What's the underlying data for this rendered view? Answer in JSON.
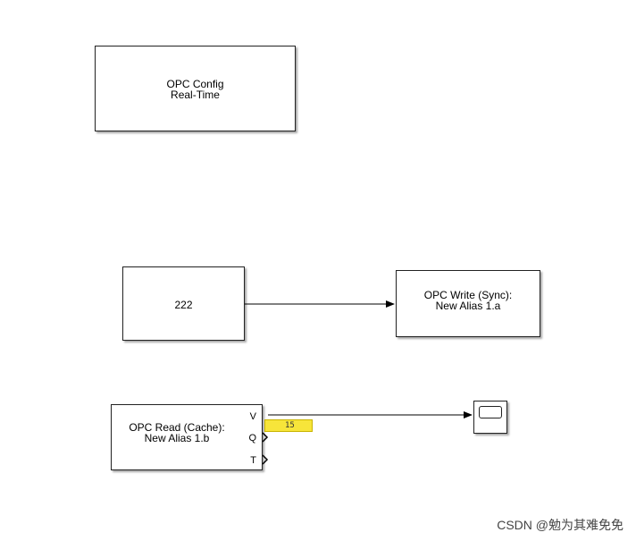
{
  "blocks": {
    "config": {
      "line1": "OPC Config",
      "line2": "Real-Time"
    },
    "constant": {
      "value": "222"
    },
    "write": {
      "line1": "OPC Write (Sync):",
      "line2": "New Alias 1.a"
    },
    "read": {
      "line1": "OPC Read (Cache):",
      "line2": "New Alias 1.b",
      "ports": [
        "V",
        "Q",
        "T"
      ]
    },
    "scope": {
      "icon": "scope-icon"
    }
  },
  "signal_display": {
    "value": "15"
  },
  "watermark": {
    "text": "CSDN @勉为其难免免"
  },
  "colors": {
    "display_bg": "#f7e53a",
    "block_border": "#222222"
  }
}
